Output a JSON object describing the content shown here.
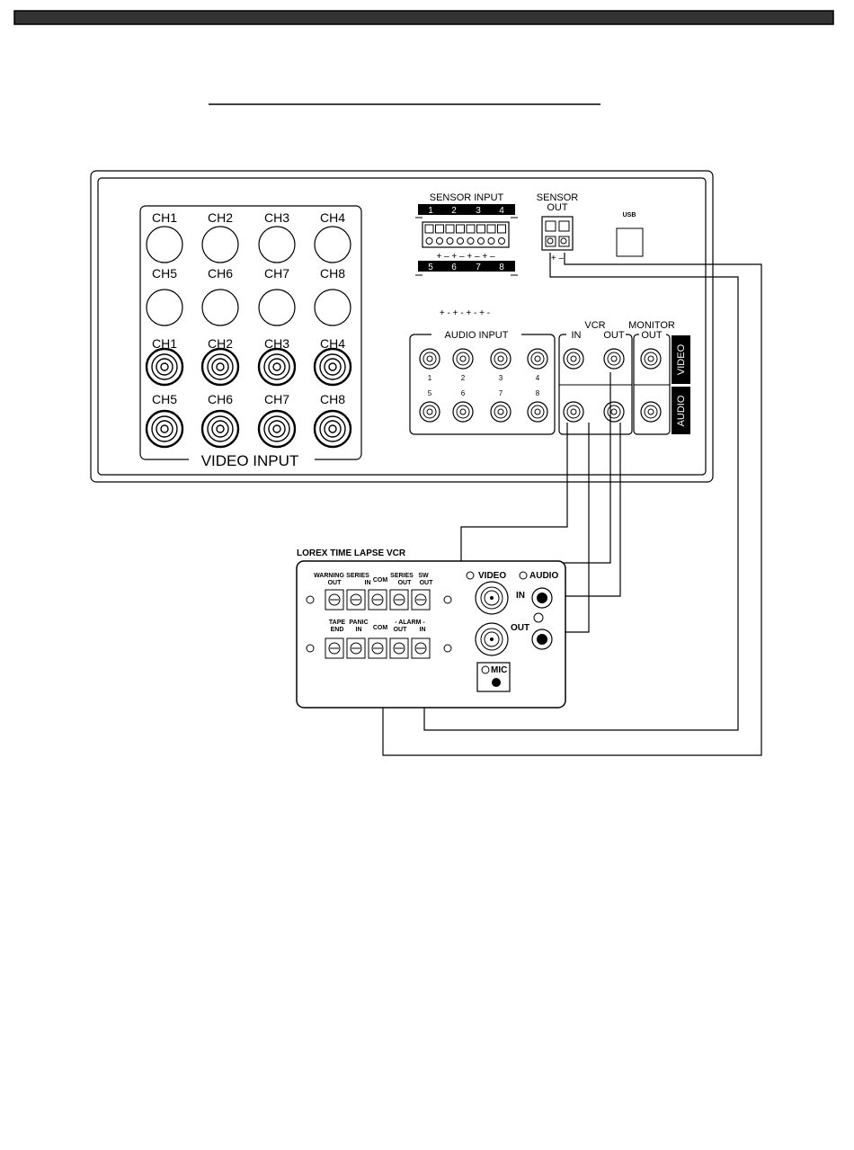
{
  "dvr": {
    "channel_labels_top": [
      "CH1",
      "CH2",
      "CH3",
      "CH4",
      "CH5",
      "CH6",
      "CH7",
      "CH8"
    ],
    "channel_labels_bottom": [
      "CH1",
      "CH2",
      "CH3",
      "CH4",
      "CH5",
      "CH6",
      "CH7",
      "CH8"
    ],
    "video_input_label": "VIDEO INPUT",
    "sensor_input_label": "SENSOR  INPUT",
    "sensor_top_numbers": [
      "1",
      "2",
      "3",
      "4"
    ],
    "sensor_bottom_numbers": [
      "5",
      "6",
      "7",
      "8"
    ],
    "sensor_polarity": "+ – + – + – + –",
    "sensor_out_label_1": "SENSOR",
    "sensor_out_label_2": "OUT",
    "sensor_out_polarity": "+  –",
    "usb_label": "USB",
    "audio_polarity": "+ -  + -  + -  + -",
    "audio_input_label": "AUDIO  INPUT",
    "audio_numbers_top": [
      "1",
      "2",
      "3",
      "4"
    ],
    "audio_numbers_bottom": [
      "5",
      "6",
      "7",
      "8"
    ],
    "vcr_label": "VCR",
    "vcr_in_label": "IN",
    "vcr_out_label": "OUT",
    "monitor_label": "MONITOR",
    "monitor_out_label": "OUT",
    "video_side_label": "VIDEO",
    "audio_side_label": "AUDIO"
  },
  "vcr_panel": {
    "title": "LOREX TIME LAPSE VCR",
    "warning_label": "WARNING",
    "warning_out": "OUT",
    "series_label": "SERIES",
    "series_in": "IN",
    "com_top": "COM",
    "series2_label": "SERIES",
    "series2_out": "OUT",
    "sw_label": "SW",
    "sw_out": "OUT",
    "tape_label": "TAPE",
    "end_label": "END",
    "panic_label": "PANIC",
    "panic_in": "IN",
    "com_bottom": "COM",
    "alarm_label": "- ALARM -",
    "alarm_out": "OUT",
    "alarm_in": "IN",
    "video_label": "VIDEO",
    "audio_label": "AUDIO",
    "in_label": "IN",
    "out_label": "OUT",
    "mic_label": "MIC"
  }
}
